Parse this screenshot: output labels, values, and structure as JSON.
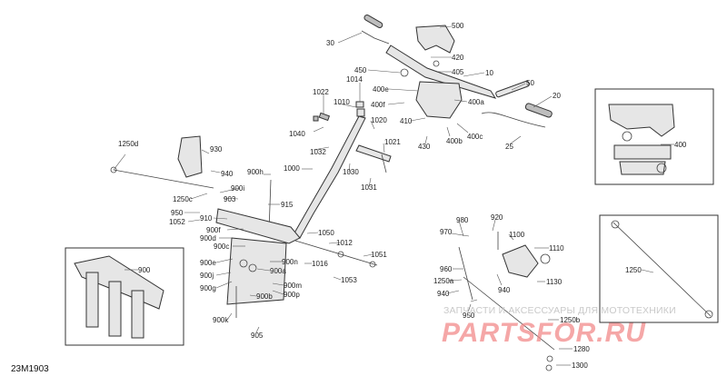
{
  "diagram_code": "23M1903",
  "watermark": {
    "tagline": "ЗАПЧАСТИ И АКСЕССУАРЫ ДЛЯ МОТОТЕХНИКИ",
    "brand": "PARTSFOR.RU"
  },
  "callouts": {
    "c500": "500",
    "c30": "30",
    "c420": "420",
    "c405": "405",
    "c450": "450",
    "c10": "10",
    "c50": "50",
    "c20": "20",
    "c1014": "1014",
    "c1022": "1022",
    "c400e": "400e",
    "c400a": "400a",
    "c400f": "400f",
    "c1010": "1010",
    "c410": "410",
    "c400c": "400c",
    "c400b": "400b",
    "c25": "25",
    "c430": "430",
    "c1020": "1020",
    "c1040": "1040",
    "c1021": "1021",
    "c1032": "1032",
    "c1250d": "1250d",
    "c930": "930",
    "c940a": "940",
    "c1030": "1030",
    "c1000": "1000",
    "c900h": "900h",
    "c1031": "1031",
    "c900i": "900i",
    "c1250c": "1250c",
    "c903": "903",
    "c915": "915",
    "c950a": "950",
    "c910": "910",
    "c1052": "1052",
    "c900f": "900f",
    "c900d": "900d",
    "c1050": "1050",
    "c900c": "900c",
    "c1012": "1012",
    "c900n": "900n",
    "c1051": "1051",
    "c900e": "900e",
    "c1016": "1016",
    "c900a": "900a",
    "c900": "900",
    "c900j": "900j",
    "c1053": "1053",
    "c900g": "900g",
    "c900m": "900m",
    "c900p": "900p",
    "c900b": "900b",
    "c900k": "900k",
    "c905": "905",
    "c400": "400",
    "c980": "980",
    "c920": "920",
    "c970": "970",
    "c1100": "1100",
    "c1110": "1110",
    "c960": "960",
    "c1250a": "1250a",
    "c940b": "940",
    "c1130": "1130",
    "c950b": "950",
    "c940c": "940",
    "c1250": "1250",
    "c1250b": "1250b",
    "c1280": "1280",
    "c1300": "1300"
  }
}
